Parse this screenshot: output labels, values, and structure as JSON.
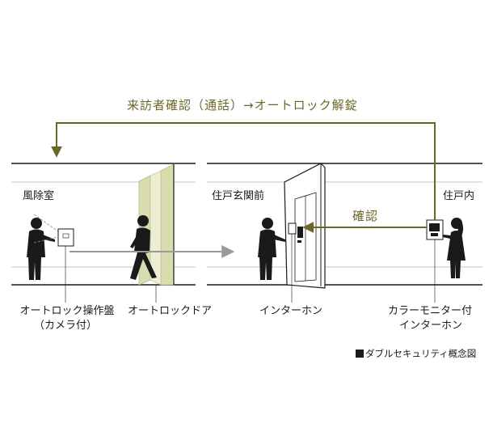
{
  "flow": {
    "top_label": "来訪者確認（通話）→オートロック解錠",
    "confirm_label": "確認"
  },
  "rooms": {
    "vestibule": "風除室",
    "entrance_front": "住戸玄関前",
    "inside": "住戸内"
  },
  "captions": {
    "panel_line1": "オートロック操作盤",
    "panel_line2": "（カメラ付）",
    "autolock_door": "オートロックドア",
    "intercom": "インターホン",
    "monitor_line1": "カラーモニター付",
    "monitor_line2": "インターホン"
  },
  "legend": {
    "text": "ダブルセキュリティ概念図"
  },
  "colors": {
    "accent": "#6b6728",
    "line": "#1a1a1a",
    "door_green": "#d9dcae",
    "arrow_gray": "#999999"
  }
}
